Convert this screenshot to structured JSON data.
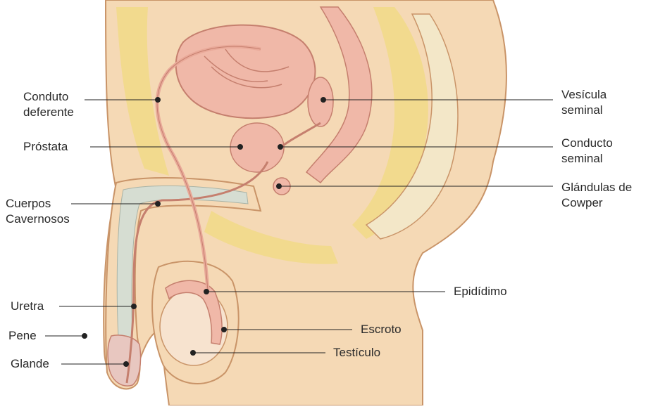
{
  "diagram": {
    "colors": {
      "skin": "#f5d9b5",
      "skin_edge": "#c99468",
      "fat": "#f2d98a",
      "fat_dots": "#e8c066",
      "organ_pink": "#f0b8a8",
      "organ_edge": "#c57f6e",
      "spongy": "#d6ddd2",
      "line": "#222222"
    },
    "labels_left": [
      {
        "id": "conduto-deferente",
        "lines": [
          "Conduto",
          "deferente"
        ]
      },
      {
        "id": "prostata",
        "lines": [
          "Próstata"
        ]
      },
      {
        "id": "cuerpos-cavernosos",
        "lines": [
          "Cuerpos",
          "Cavernosos"
        ]
      },
      {
        "id": "uretra",
        "lines": [
          "Uretra"
        ]
      },
      {
        "id": "pene",
        "lines": [
          "Pene"
        ]
      },
      {
        "id": "glande",
        "lines": [
          "Glande"
        ]
      }
    ],
    "labels_right": [
      {
        "id": "vesicula-seminal",
        "lines": [
          "Vesícula",
          "seminal"
        ]
      },
      {
        "id": "conducto-seminal",
        "lines": [
          "Conducto",
          "seminal"
        ]
      },
      {
        "id": "glandulas-cowper",
        "lines": [
          "Glándulas de",
          "Cowper"
        ]
      },
      {
        "id": "epididimo",
        "lines": [
          "Epidídimo"
        ]
      },
      {
        "id": "escroto",
        "lines": [
          "Escroto"
        ]
      },
      {
        "id": "testiculo",
        "lines": [
          "Testículo"
        ]
      }
    ]
  }
}
